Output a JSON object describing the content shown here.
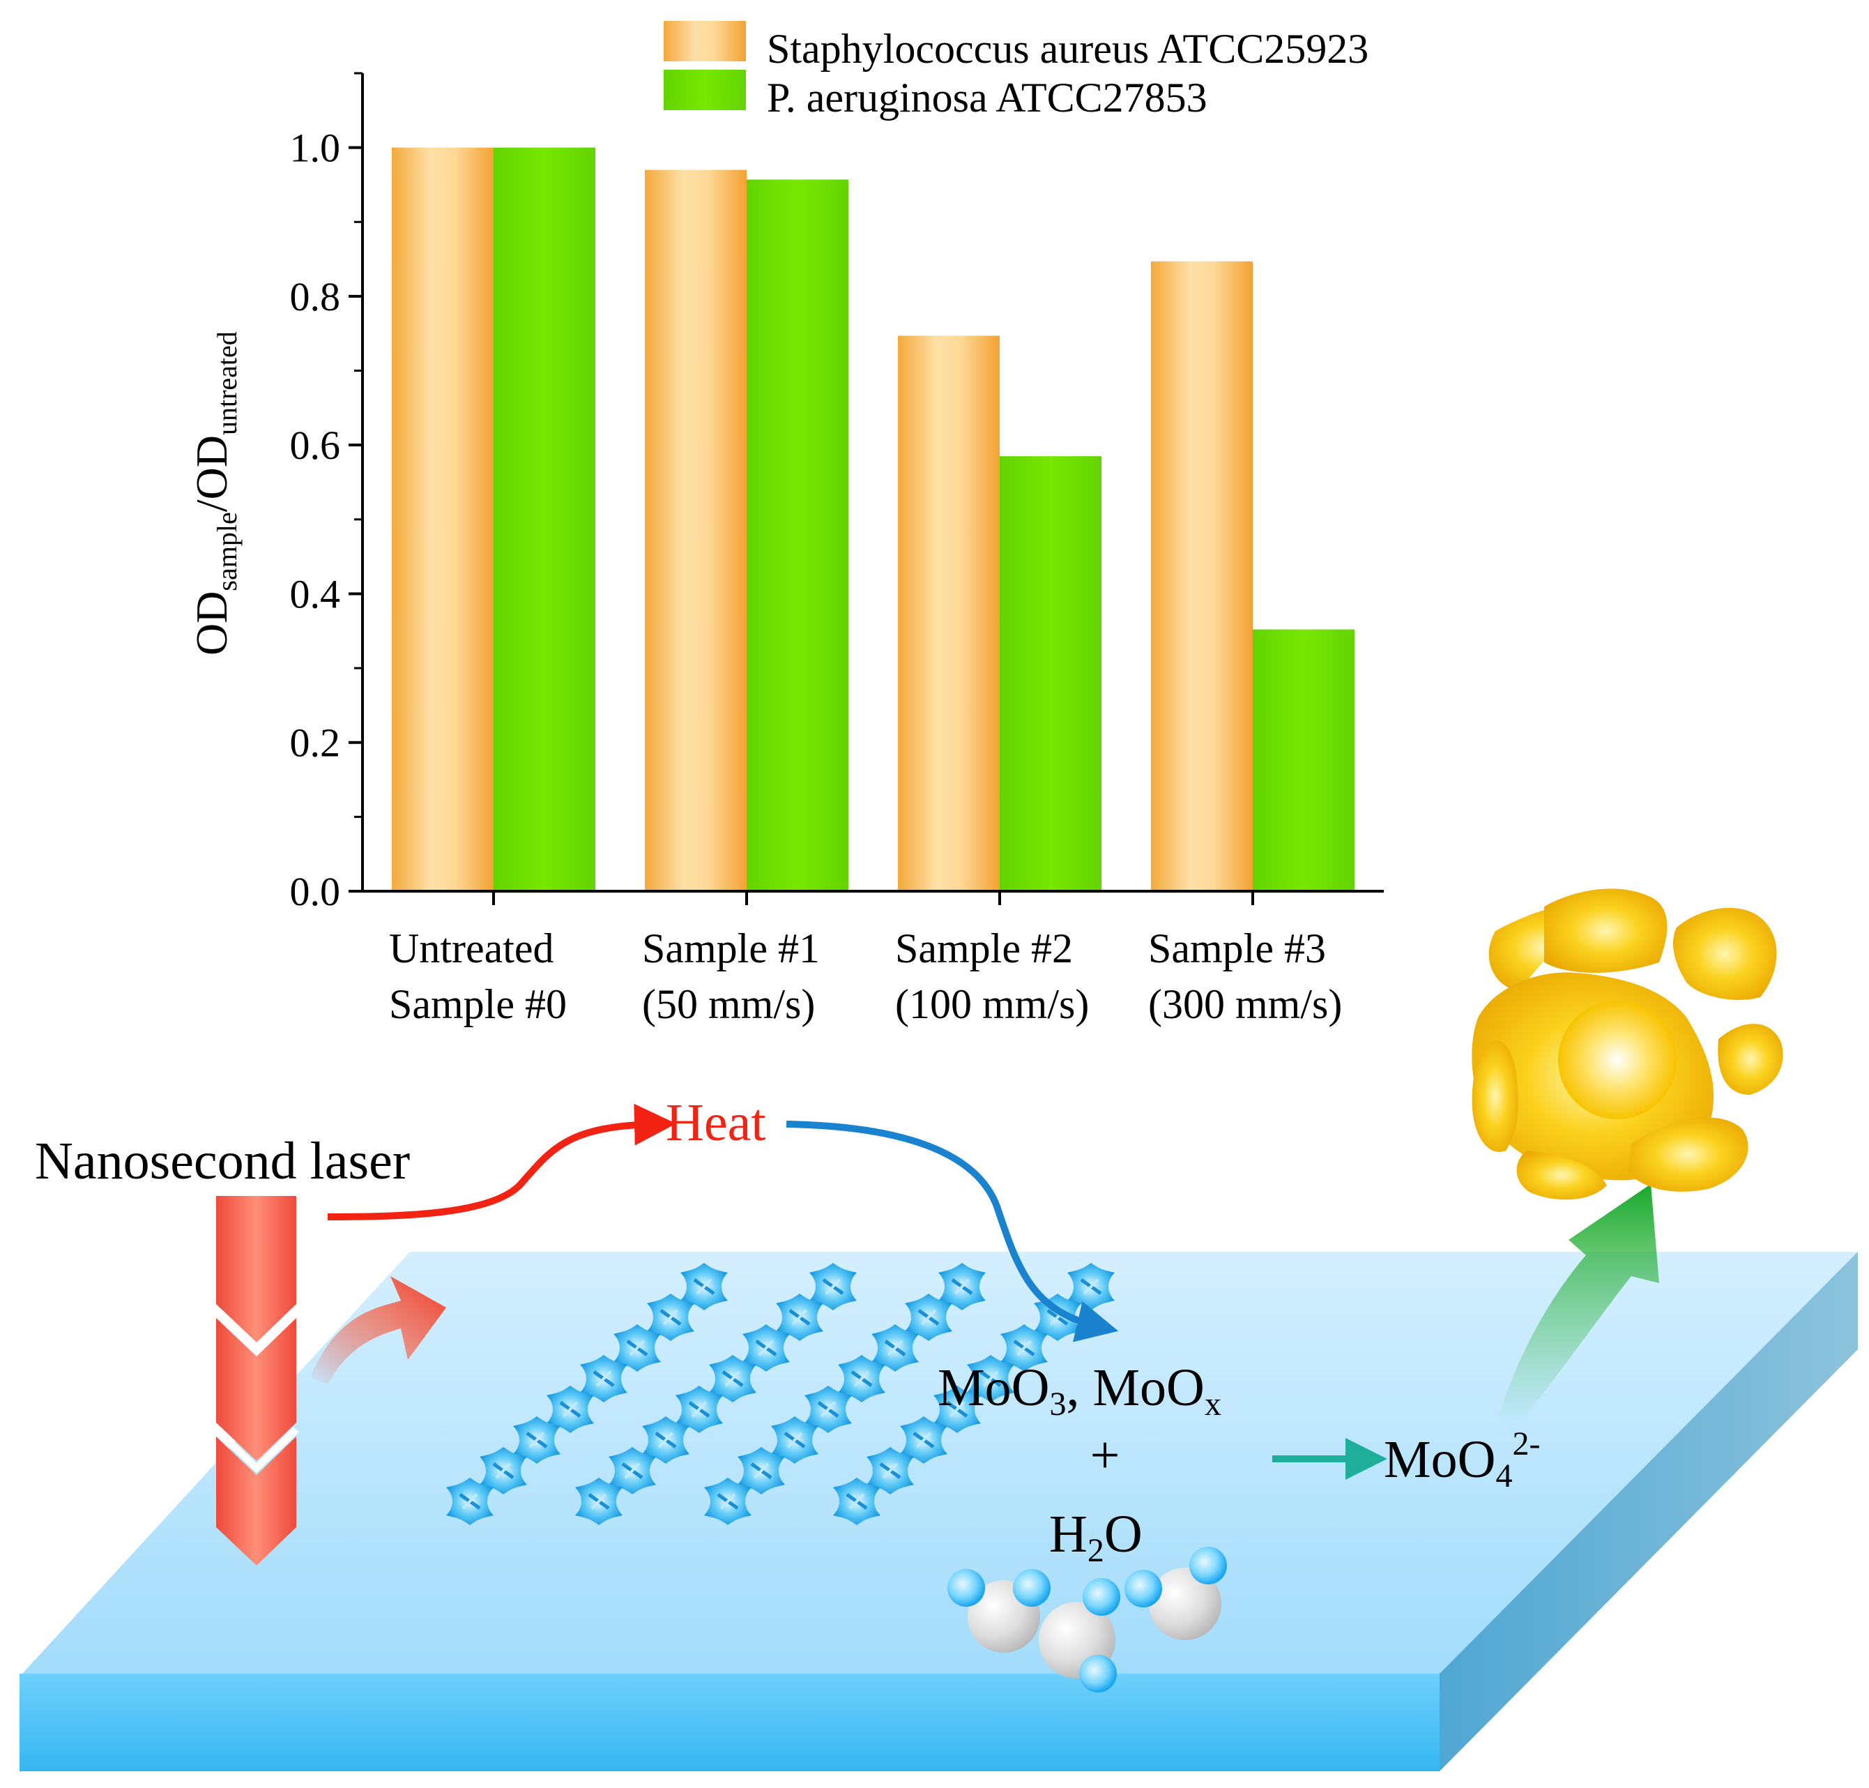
{
  "chart_data": {
    "type": "bar",
    "categories": [
      [
        "Untreated",
        "Sample #0"
      ],
      [
        "Sample #1",
        "(50 mm/s)"
      ],
      [
        "Sample #2",
        "(100 mm/s)"
      ],
      [
        "Sample #3",
        "(300 mm/s)"
      ]
    ],
    "series": [
      {
        "name": "Staphylococcus aureus ATCC25923",
        "values": [
          1.0,
          0.97,
          0.747,
          0.847
        ],
        "color": "#f5b74e"
      },
      {
        "name": "P. aeruginosa ATCC27853",
        "values": [
          1.0,
          0.957,
          0.585,
          0.352
        ],
        "color": "#6ee000"
      }
    ],
    "yticks": [
      "0.0",
      "0.2",
      "0.4",
      "0.6",
      "0.8",
      "1.0"
    ],
    "ylim": [
      0,
      1.1
    ],
    "ylabel": {
      "base1": "OD",
      "sub1": "sample",
      "sep": "/",
      "base2": "OD",
      "sub2": "untreated"
    },
    "xlabel": "",
    "grid": false,
    "legend_position": "top-right"
  },
  "diagram": {
    "laser_label": "Nanosecond laser",
    "heat_label": "Heat",
    "oxide_label": {
      "a": "MoO",
      "a_sub": "3",
      "sep": ", MoO",
      "b_sub": "x"
    },
    "plus_label": "+",
    "water_label": {
      "a": "H",
      "a_sub": "2",
      "b": "O"
    },
    "product_label": {
      "a": "MoO",
      "a_sub": "4",
      "sup": "2-"
    }
  }
}
